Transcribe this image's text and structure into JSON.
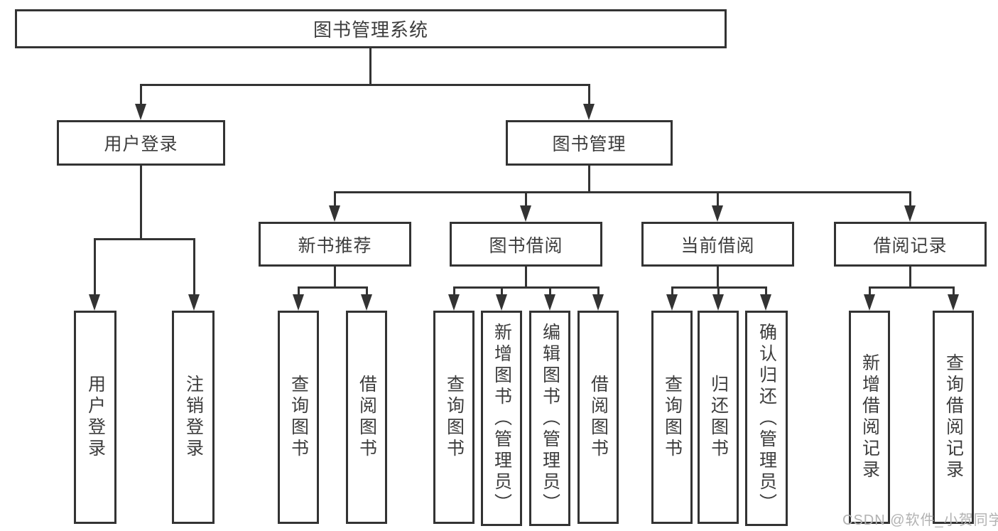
{
  "tree": {
    "root": "图书管理系统",
    "level2": [
      "用户登录",
      "图书管理"
    ],
    "level3": [
      "新书推荐",
      "图书借阅",
      "当前借阅",
      "借阅记录"
    ],
    "leaves": {
      "login": [
        "用户登录",
        "注销登录"
      ],
      "new_books": [
        "查询图书",
        "借阅图书"
      ],
      "book_borrow": [
        "查询图书",
        "新增图书（管理员）",
        "编辑图书（管理员）",
        "借阅图书"
      ],
      "current_borrow": [
        "查询图书",
        "归还图书",
        "确认归还（管理员）"
      ],
      "borrow_records": [
        "新增借阅记录",
        "查询借阅记录"
      ]
    }
  },
  "watermark": "CSDN @软件_小贺同学",
  "colors": {
    "line": "#333333",
    "text": "#3d3d3d",
    "watermark": "#b2b2b2",
    "background": "#ffffff"
  }
}
